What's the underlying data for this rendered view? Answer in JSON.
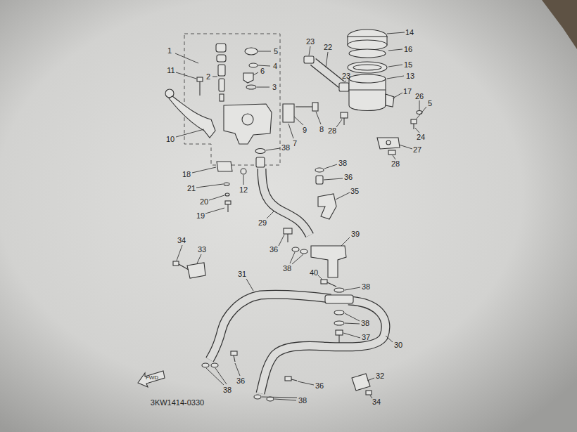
{
  "diagram": {
    "labels": [
      "14",
      "16",
      "15",
      "13",
      "23",
      "22",
      "23",
      "5",
      "4",
      "6",
      "3",
      "1",
      "2",
      "11",
      "17",
      "26",
      "5",
      "24",
      "27",
      "28",
      "28",
      "10",
      "9",
      "8",
      "7",
      "38",
      "18",
      "21",
      "20",
      "19",
      "12",
      "38",
      "36",
      "35",
      "29",
      "34",
      "33",
      "39",
      "36",
      "38",
      "40",
      "38",
      "31",
      "38",
      "37",
      "30",
      "38",
      "36",
      "36",
      "32",
      "34",
      "38",
      "FWD",
      "3KW1414-0330"
    ]
  }
}
